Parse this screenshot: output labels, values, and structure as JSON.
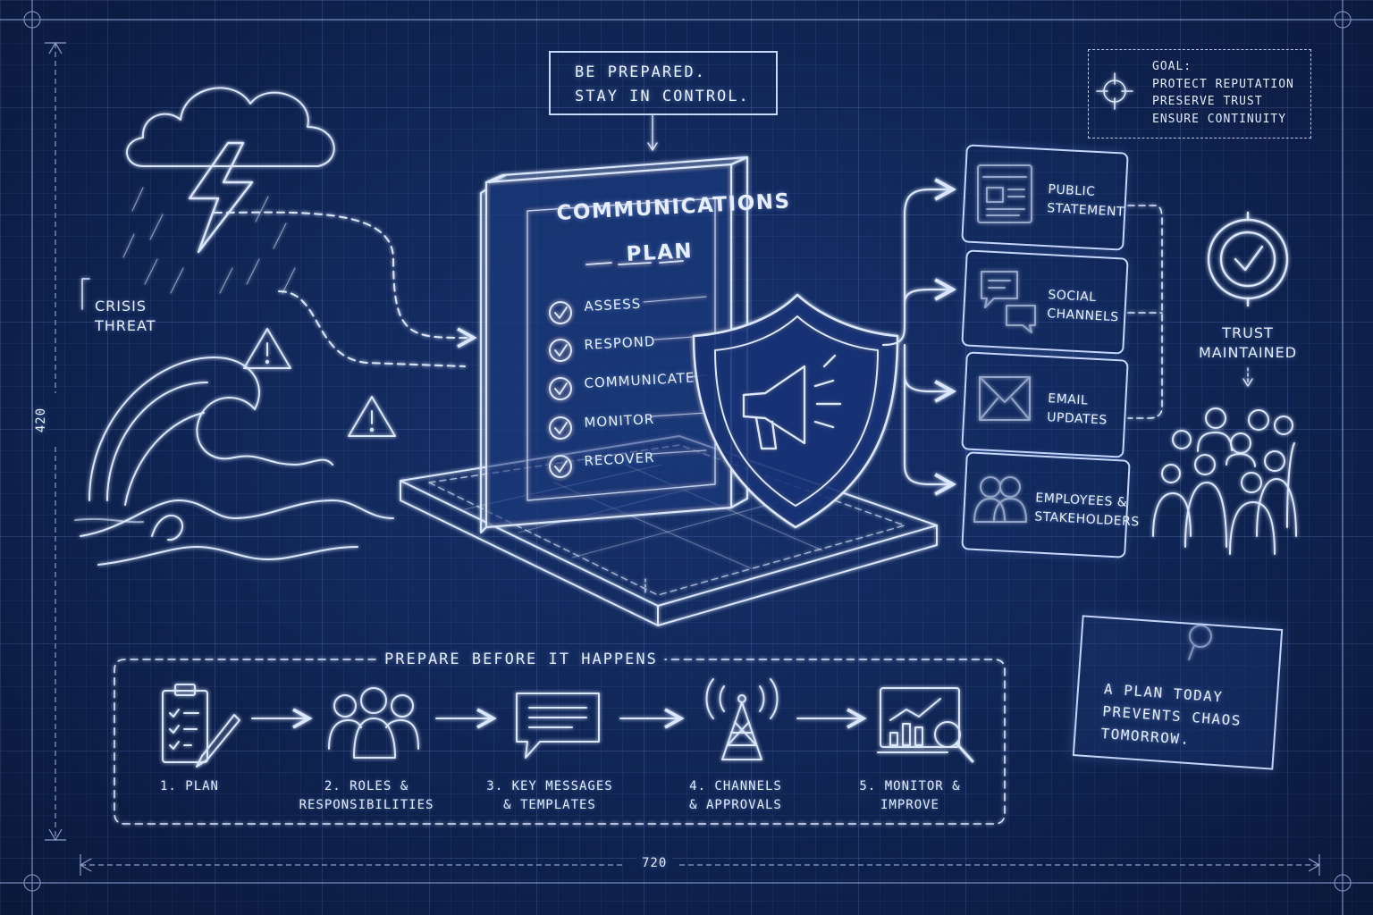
{
  "callout": {
    "line1": "BE PREPARED.",
    "line2": "STAY IN CONTROL."
  },
  "goal": {
    "title": "GOAL:",
    "items": [
      "PROTECT REPUTATION",
      "PRESERVE TRUST",
      "ENSURE CONTINUITY"
    ]
  },
  "crisis": {
    "line1": "CRISIS",
    "line2": "THREAT"
  },
  "book": {
    "title_line1": "COMMUNICATIONS",
    "title_line2": "PLAN",
    "checklist": [
      "ASSESS",
      "RESPOND",
      "COMMUNICATE",
      "MONITOR",
      "RECOVER"
    ]
  },
  "channels": [
    {
      "line1": "PUBLIC",
      "line2": "STATEMENT",
      "icon": "document-icon"
    },
    {
      "line1": "SOCIAL",
      "line2": "CHANNELS",
      "icon": "chat-bubbles-icon"
    },
    {
      "line1": "EMAIL",
      "line2": "UPDATES",
      "icon": "envelope-icon"
    },
    {
      "line1": "EMPLOYEES &",
      "line2": "STAKEHOLDERS",
      "icon": "people-icon"
    }
  ],
  "trust": {
    "line1": "TRUST",
    "line2": "MAINTAINED"
  },
  "process": {
    "title": "PREPARE BEFORE IT HAPPENS",
    "steps": [
      {
        "line1": "1. PLAN",
        "line2": "",
        "icon": "clipboard-icon"
      },
      {
        "line1": "2. ROLES &",
        "line2": "RESPONSIBILITIES",
        "icon": "team-icon"
      },
      {
        "line1": "3. KEY MESSAGES",
        "line2": "& TEMPLATES",
        "icon": "message-icon"
      },
      {
        "line1": "4. CHANNELS",
        "line2": "& APPROVALS",
        "icon": "tower-icon"
      },
      {
        "line1": "5. MONITOR &",
        "line2": "IMPROVE",
        "icon": "analytics-icon"
      }
    ]
  },
  "note": {
    "line1": "A PLAN TODAY",
    "line2": "PREVENTS CHAOS",
    "line3": "TOMORROW."
  },
  "dimensions": {
    "height": "420",
    "width": "720"
  },
  "colors": {
    "background": "#0f2350",
    "line": "#d6e3ff",
    "glow": "#8fb4ff"
  }
}
